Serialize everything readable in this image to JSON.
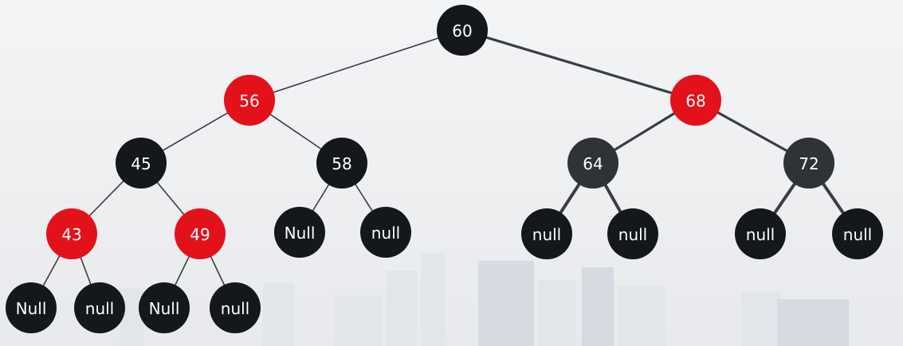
{
  "colors": {
    "red": "#e3111a",
    "black": "#14171b",
    "dark_gray": "#2f3236",
    "edge": "#3a3d42",
    "label": "#ffffff"
  },
  "tree": {
    "nodes": [
      {
        "id": "n60",
        "label": "60",
        "color": "black"
      },
      {
        "id": "n56",
        "label": "56",
        "color": "red"
      },
      {
        "id": "n68",
        "label": "68",
        "color": "red"
      },
      {
        "id": "n45",
        "label": "45",
        "color": "black"
      },
      {
        "id": "n58",
        "label": "58",
        "color": "black"
      },
      {
        "id": "n64",
        "label": "64",
        "color": "dark_gray"
      },
      {
        "id": "n72",
        "label": "72",
        "color": "dark_gray"
      },
      {
        "id": "n43",
        "label": "43",
        "color": "red"
      },
      {
        "id": "n49",
        "label": "49",
        "color": "red"
      },
      {
        "id": "l58a",
        "label": "Null",
        "color": "black"
      },
      {
        "id": "l58b",
        "label": "null",
        "color": "black"
      },
      {
        "id": "l64a",
        "label": "null",
        "color": "black"
      },
      {
        "id": "l64b",
        "label": "null",
        "color": "black"
      },
      {
        "id": "l72a",
        "label": "null",
        "color": "black"
      },
      {
        "id": "l72b",
        "label": "null",
        "color": "black"
      },
      {
        "id": "l43a",
        "label": "Null",
        "color": "black"
      },
      {
        "id": "l43b",
        "label": "null",
        "color": "black"
      },
      {
        "id": "l49a",
        "label": "Null",
        "color": "black"
      },
      {
        "id": "l49b",
        "label": "null",
        "color": "black"
      }
    ],
    "edges": [
      [
        "n60",
        "n56"
      ],
      [
        "n60",
        "n68"
      ],
      [
        "n56",
        "n45"
      ],
      [
        "n56",
        "n58"
      ],
      [
        "n68",
        "n64"
      ],
      [
        "n68",
        "n72"
      ],
      [
        "n45",
        "n43"
      ],
      [
        "n45",
        "n49"
      ],
      [
        "n58",
        "l58a"
      ],
      [
        "n58",
        "l58b"
      ],
      [
        "n64",
        "l64a"
      ],
      [
        "n64",
        "l64b"
      ],
      [
        "n72",
        "l72a"
      ],
      [
        "n72",
        "l72b"
      ],
      [
        "n43",
        "l43a"
      ],
      [
        "n43",
        "l43b"
      ],
      [
        "n49",
        "l49a"
      ],
      [
        "n49",
        "l49b"
      ]
    ]
  }
}
